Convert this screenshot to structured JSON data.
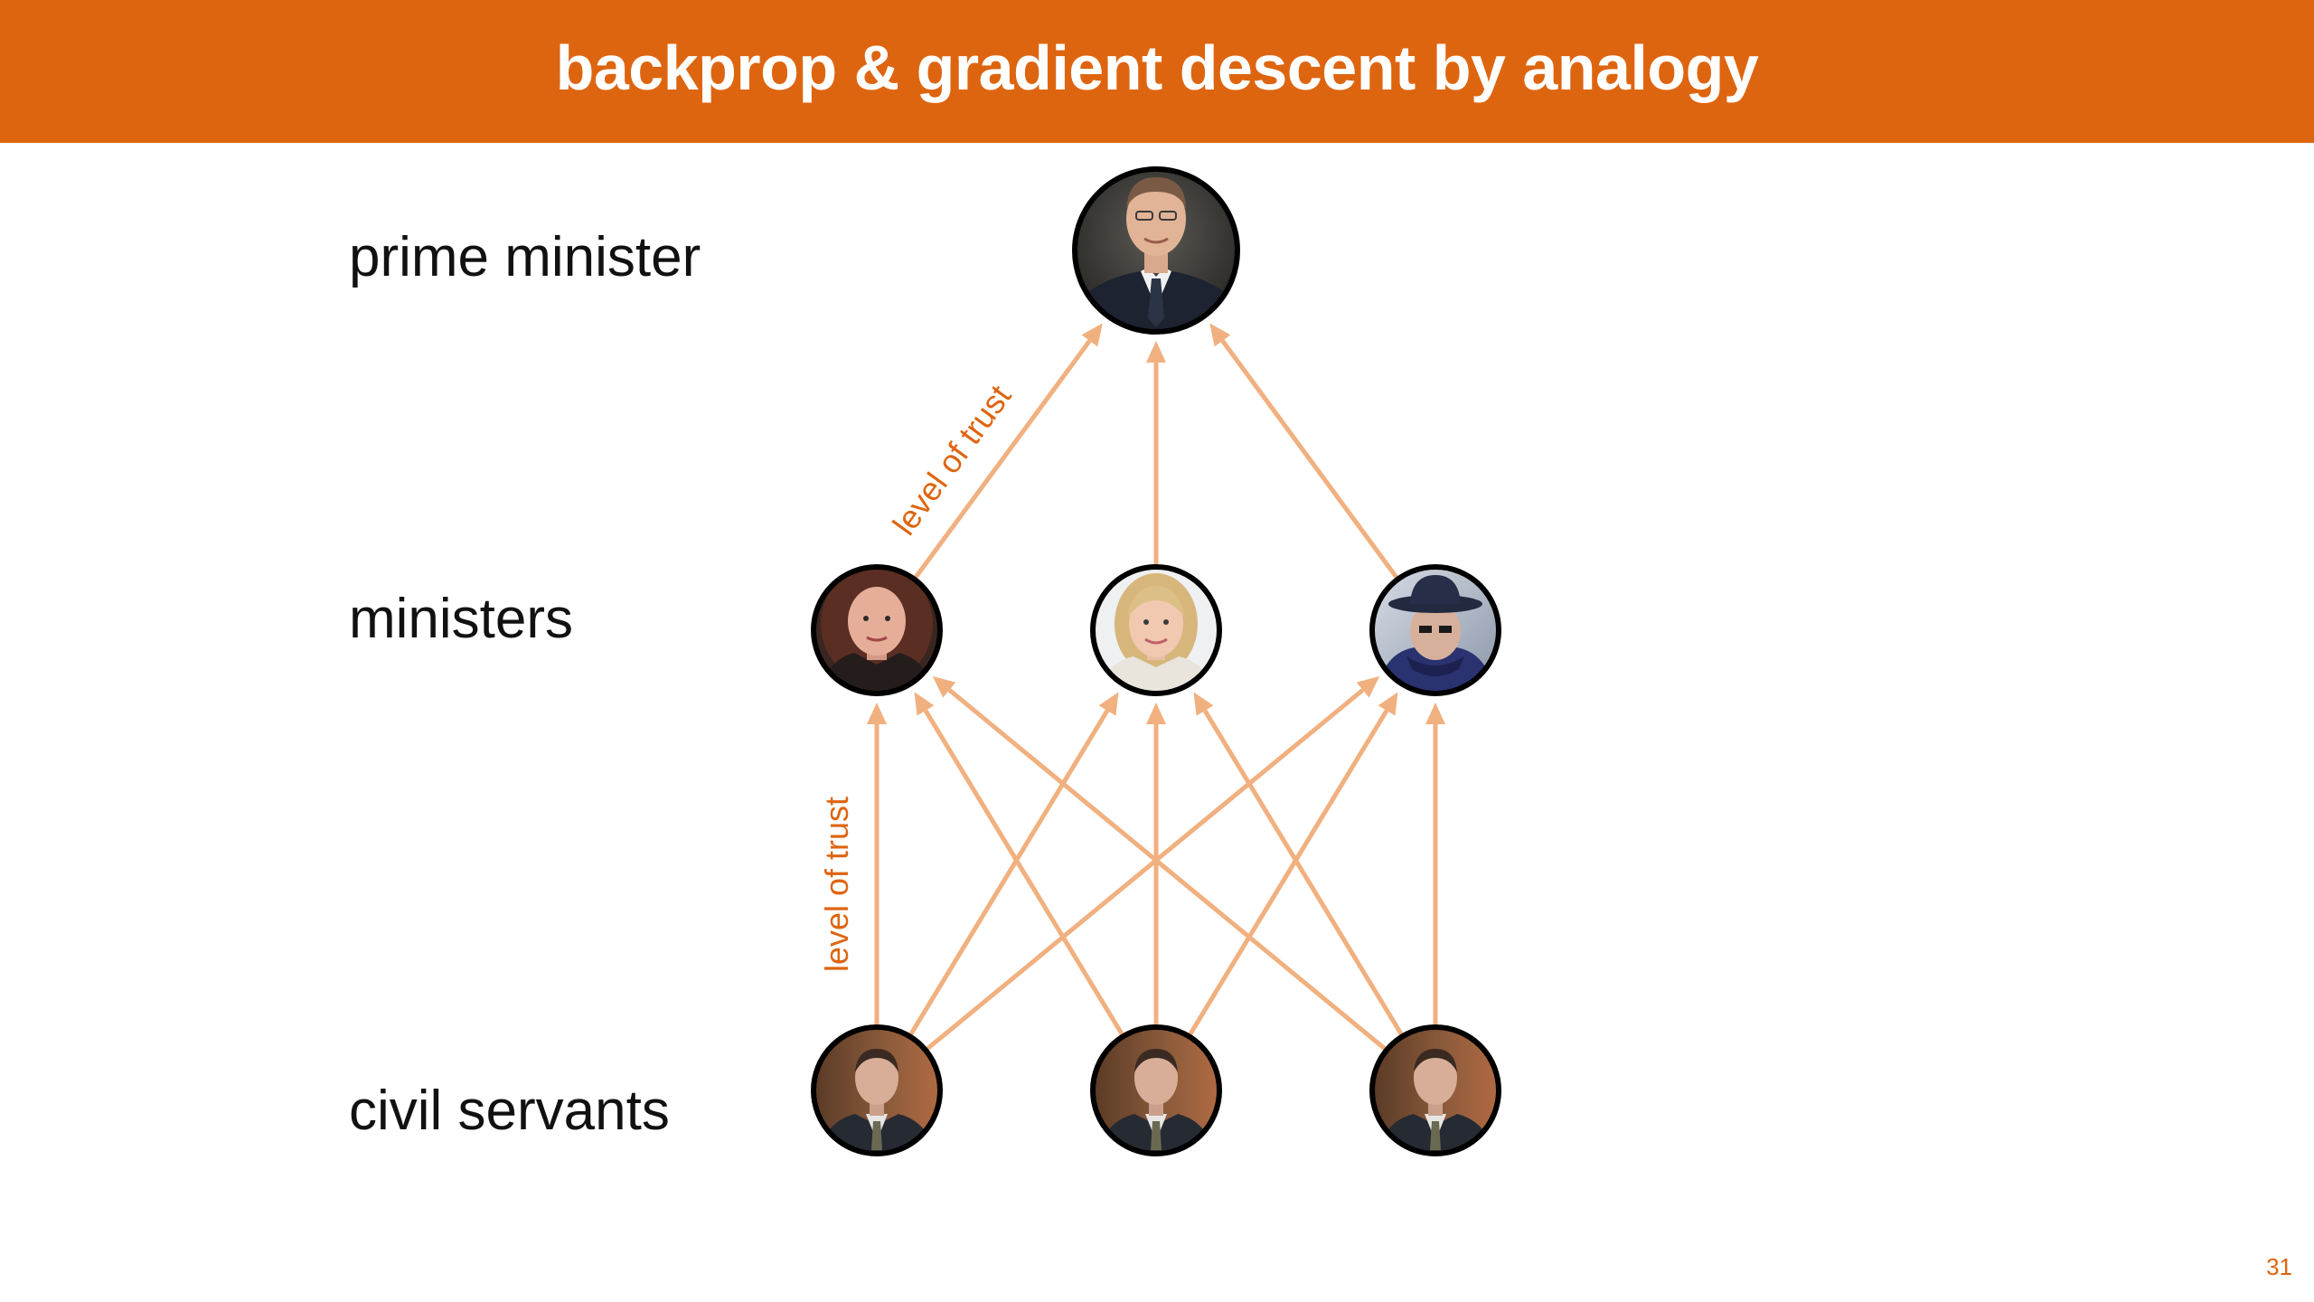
{
  "slide": {
    "title": "backprop & gradient descent by analogy",
    "page_number": "31"
  },
  "colors": {
    "accent": "#DE6510",
    "arrow": "#F1B07F",
    "background": "#FFFFFF",
    "text": "#111111",
    "node_border": "#000000"
  },
  "rows": {
    "prime_minister": "prime minister",
    "ministers": "ministers",
    "civil_servants": "civil servants"
  },
  "edge_labels": {
    "top": "level of trust",
    "bottom": "level of trust"
  },
  "nodes": [
    {
      "id": "pm",
      "layer": "prime_minister",
      "icon": "portrait-man-suit"
    },
    {
      "id": "m1",
      "layer": "ministers",
      "icon": "portrait-woman-curly-hair"
    },
    {
      "id": "m2",
      "layer": "ministers",
      "icon": "portrait-woman-blonde"
    },
    {
      "id": "m3",
      "layer": "ministers",
      "icon": "portrait-man-hat-coat"
    },
    {
      "id": "c1",
      "layer": "civil_servants",
      "icon": "portrait-man-interview"
    },
    {
      "id": "c2",
      "layer": "civil_servants",
      "icon": "portrait-man-interview"
    },
    {
      "id": "c3",
      "layer": "civil_servants",
      "icon": "portrait-man-interview"
    }
  ],
  "edges": [
    {
      "from": "m1",
      "to": "pm"
    },
    {
      "from": "m2",
      "to": "pm"
    },
    {
      "from": "m3",
      "to": "pm"
    },
    {
      "from": "c1",
      "to": "m1"
    },
    {
      "from": "c1",
      "to": "m2"
    },
    {
      "from": "c1",
      "to": "m3"
    },
    {
      "from": "c2",
      "to": "m1"
    },
    {
      "from": "c2",
      "to": "m2"
    },
    {
      "from": "c2",
      "to": "m3"
    },
    {
      "from": "c3",
      "to": "m1"
    },
    {
      "from": "c3",
      "to": "m2"
    },
    {
      "from": "c3",
      "to": "m3"
    }
  ]
}
